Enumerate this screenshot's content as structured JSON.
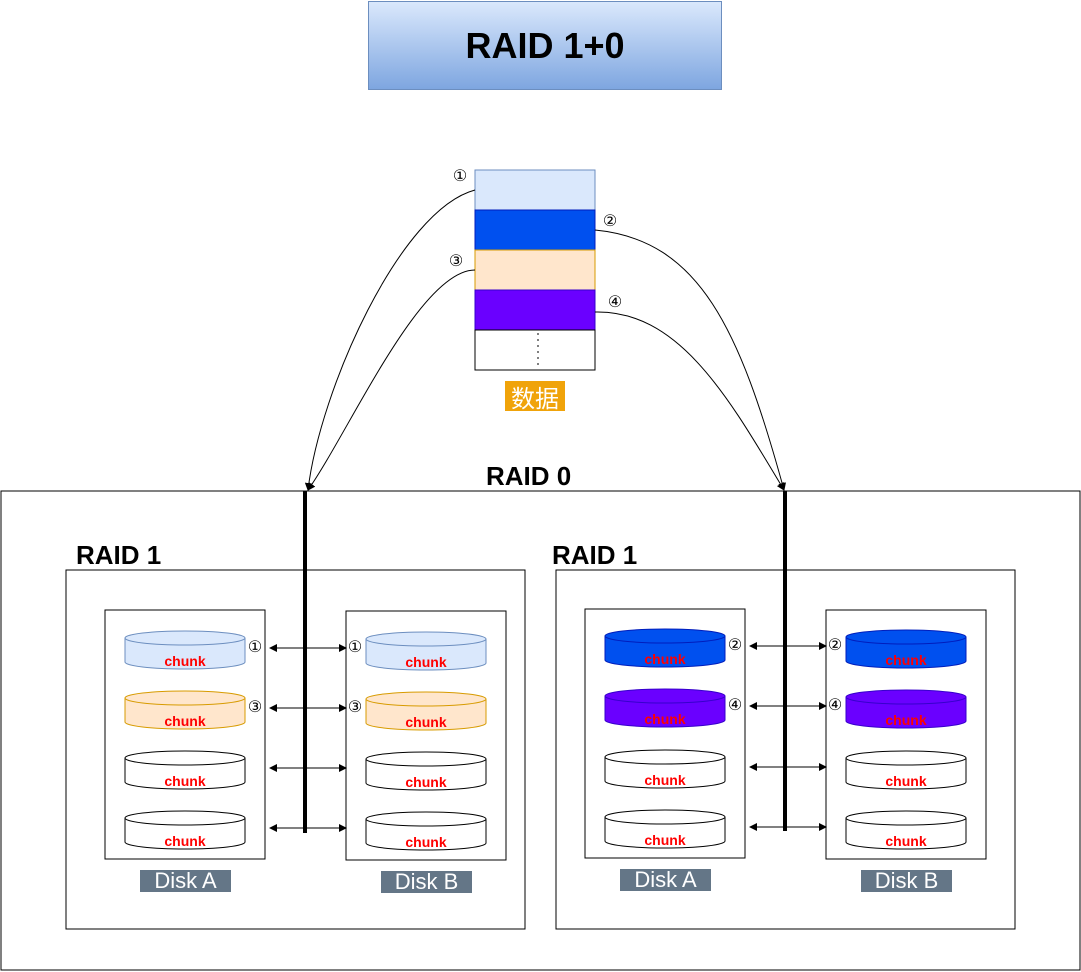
{
  "title": "RAID 1+0",
  "data_label": "数据",
  "stripes": [
    {
      "marker": "①",
      "color": "#dae8fc"
    },
    {
      "marker": "②",
      "color": "#0050ef"
    },
    {
      "marker": "③",
      "color": "#ffe6cc"
    },
    {
      "marker": "④",
      "color": "#6a00ff"
    }
  ],
  "raid0_label": "RAID 0",
  "raid1_groups": [
    {
      "label": "RAID 1",
      "disks": [
        {
          "label": "Disk A",
          "chunks": [
            "chunk",
            "chunk",
            "chunk",
            "chunk"
          ]
        },
        {
          "label": "Disk B",
          "chunks": [
            "chunk",
            "chunk",
            "chunk",
            "chunk"
          ]
        }
      ],
      "chunk_markers": [
        "①",
        "③",
        "",
        ""
      ]
    },
    {
      "label": "RAID 1",
      "disks": [
        {
          "label": "Disk A",
          "chunks": [
            "chunk",
            "chunk",
            "chunk",
            "chunk"
          ]
        },
        {
          "label": "Disk B",
          "chunks": [
            "chunk",
            "chunk",
            "chunk",
            "chunk"
          ]
        }
      ],
      "chunk_markers": [
        "②",
        "④",
        "",
        ""
      ]
    }
  ],
  "chunk_fills": {
    "blue_light": "#dae8fc",
    "orange_light": "#ffe6cc",
    "blue": "#0050ef",
    "purple": "#6a00ff",
    "empty": "#ffffff"
  }
}
